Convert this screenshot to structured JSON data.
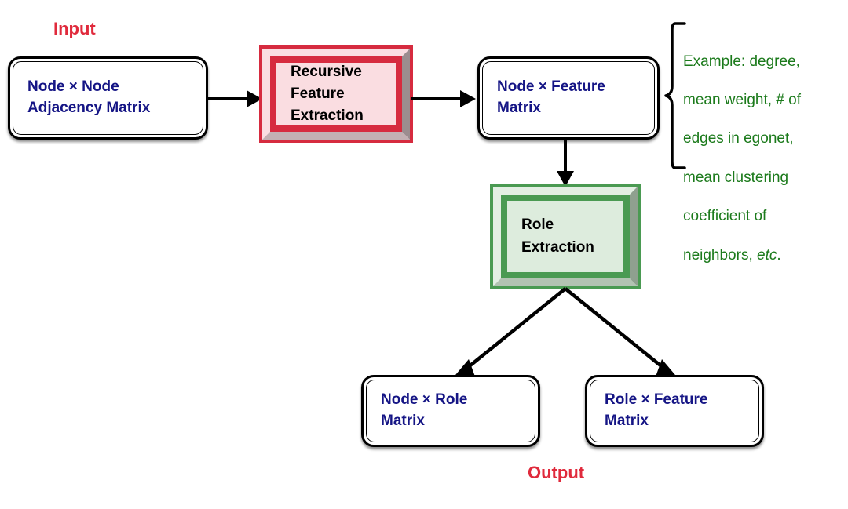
{
  "diagram": {
    "title": "Recursive feature extraction and role extraction pipeline",
    "colors": {
      "io_label": "#e02a3c",
      "box_text": "#151585",
      "note_text": "#1b7a1b",
      "red_frame": "#d62b3f",
      "red_fill": "#fadde1",
      "green_frame": "#4a9a52",
      "green_fill": "#ddecdd",
      "stroke": "#000000"
    },
    "labels": {
      "input": "Input",
      "output": "Output"
    },
    "nodes": {
      "adjacency": {
        "text": "Node × Node\nAdjacency Matrix",
        "kind": "matrix-box"
      },
      "recursive_feature_extraction": {
        "text": "Recursive\nFeature\nExtraction",
        "kind": "frame-box",
        "accent": "#d62b3f"
      },
      "node_feature": {
        "text": "Node × Feature\nMatrix",
        "kind": "matrix-box"
      },
      "role_extraction": {
        "text": "Role\nExtraction",
        "kind": "frame-box",
        "accent": "#4a9a52"
      },
      "node_role": {
        "text": "Node × Role\nMatrix",
        "kind": "matrix-box"
      },
      "role_feature": {
        "text": "Role × Feature\nMatrix",
        "kind": "matrix-box"
      }
    },
    "annotation": {
      "line1": "Example: degree,",
      "line2": "mean weight, # of",
      "line3": "edges in egonet,",
      "line4": "mean clustering",
      "line5": "coefficient of",
      "line6_prefix": "neighbors, ",
      "line6_italic": "etc",
      "line6_suffix": "."
    },
    "edges": [
      {
        "name": "adjacency-to-rfe",
        "from": "adjacency",
        "to": "recursive_feature_extraction",
        "direction": "right"
      },
      {
        "name": "rfe-to-node-feature",
        "from": "recursive_feature_extraction",
        "to": "node_feature",
        "direction": "right"
      },
      {
        "name": "node-feature-to-role-extraction",
        "from": "node_feature",
        "to": "role_extraction",
        "direction": "down"
      },
      {
        "name": "role-extraction-to-node-role",
        "from": "role_extraction",
        "to": "node_role",
        "direction": "down-left"
      },
      {
        "name": "role-extraction-to-role-feature",
        "from": "role_extraction",
        "to": "role_feature",
        "direction": "down-right"
      }
    ]
  }
}
